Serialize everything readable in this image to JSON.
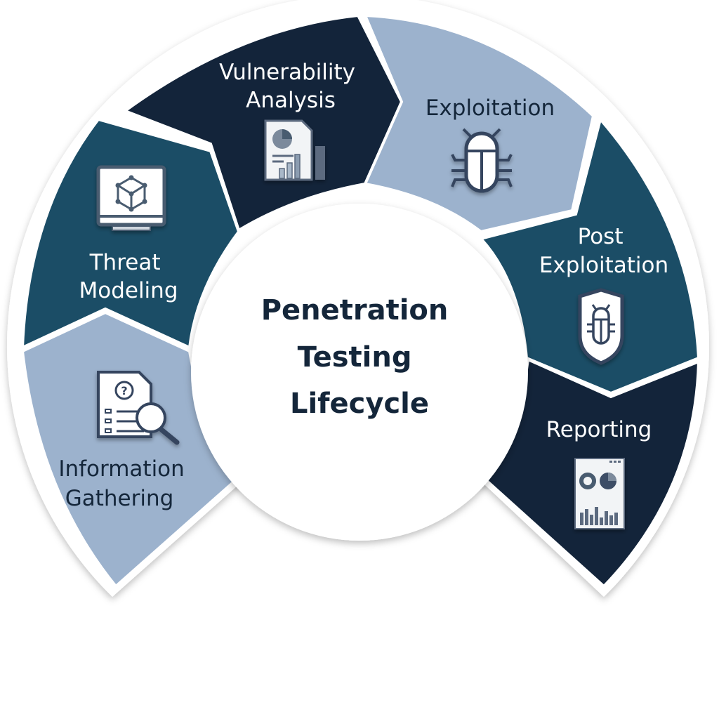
{
  "diagram": {
    "title_lines": [
      "Penetration",
      "Testing",
      "Lifecycle"
    ],
    "colors": {
      "navy": "#13243a",
      "teal": "#1b4d66",
      "light": "#9cb2cd",
      "white": "#ffffff",
      "dark_text": "#14263a"
    },
    "stages": [
      {
        "id": "information-gathering",
        "order": 1,
        "lines": [
          "Information",
          "Gathering"
        ],
        "icon": "document-search-icon",
        "fill": "light"
      },
      {
        "id": "threat-modeling",
        "order": 2,
        "lines": [
          "Threat",
          "Modeling"
        ],
        "icon": "monitor-cube-icon",
        "fill": "teal"
      },
      {
        "id": "vulnerability-analysis",
        "order": 3,
        "lines": [
          "Vulnerability",
          "Analysis"
        ],
        "icon": "report-chart-icon",
        "fill": "navy"
      },
      {
        "id": "exploitation",
        "order": 4,
        "lines": [
          "Exploitation"
        ],
        "icon": "bug-icon",
        "fill": "light"
      },
      {
        "id": "post-exploitation",
        "order": 5,
        "lines": [
          "Post",
          "Exploitation"
        ],
        "icon": "shield-bug-icon",
        "fill": "teal"
      },
      {
        "id": "reporting",
        "order": 6,
        "lines": [
          "Reporting"
        ],
        "icon": "dashboard-report-icon",
        "fill": "navy"
      }
    ]
  }
}
